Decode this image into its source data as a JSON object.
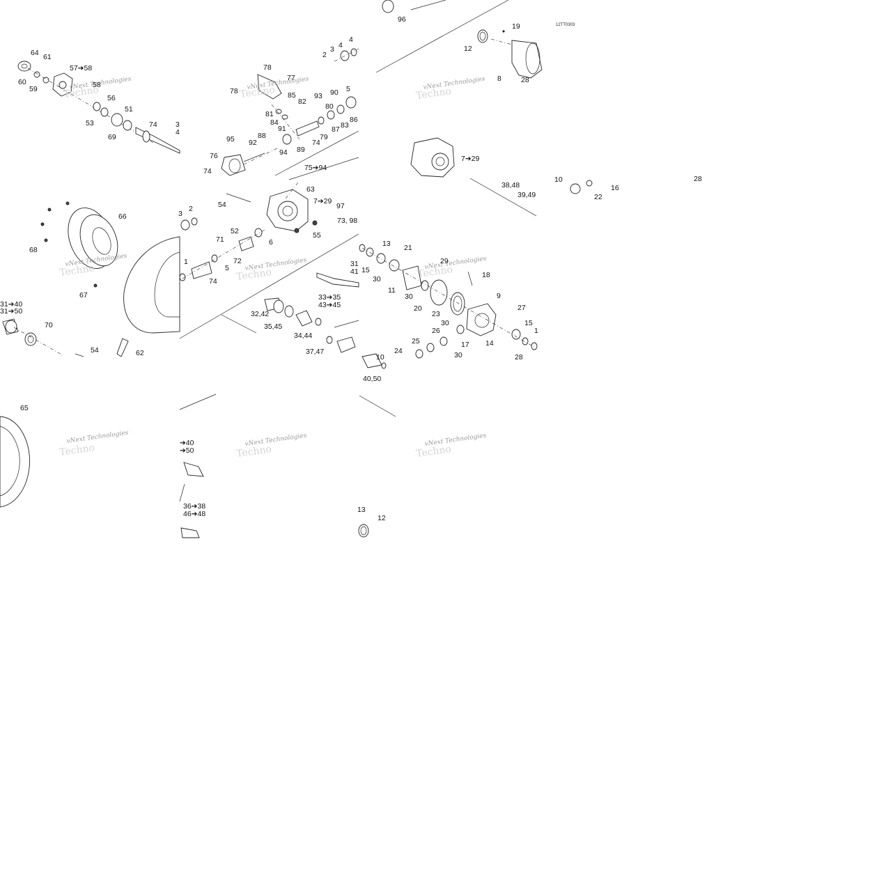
{
  "drawing_code": "12TT0303",
  "watermark": {
    "line1": "vNext Technologies",
    "line2": "Techno"
  },
  "callouts": [
    {
      "id": "c96",
      "text": "96"
    },
    {
      "id": "c19",
      "text": "19"
    },
    {
      "id": "c12a",
      "text": "12"
    },
    {
      "id": "c8",
      "text": "8"
    },
    {
      "id": "c28a",
      "text": "28"
    },
    {
      "id": "c64",
      "text": "64"
    },
    {
      "id": "c61",
      "text": "61"
    },
    {
      "id": "c60",
      "text": "60"
    },
    {
      "id": "c59",
      "text": "59"
    },
    {
      "id": "c5758",
      "text": "57➔58"
    },
    {
      "id": "c58",
      "text": "58"
    },
    {
      "id": "c56",
      "text": "56"
    },
    {
      "id": "c53",
      "text": "53"
    },
    {
      "id": "c51",
      "text": "51"
    },
    {
      "id": "c69",
      "text": "69"
    },
    {
      "id": "c74a",
      "text": "74"
    },
    {
      "id": "c3a",
      "text": "3"
    },
    {
      "id": "c4a",
      "text": "4"
    },
    {
      "id": "c2a",
      "text": "2"
    },
    {
      "id": "c3b",
      "text": "3"
    },
    {
      "id": "c4b",
      "text": "4"
    },
    {
      "id": "c4c",
      "text": "4"
    },
    {
      "id": "c5a",
      "text": "5"
    },
    {
      "id": "c78a",
      "text": "78"
    },
    {
      "id": "c77",
      "text": "77"
    },
    {
      "id": "c78b",
      "text": "78"
    },
    {
      "id": "c85",
      "text": "85"
    },
    {
      "id": "c93",
      "text": "93"
    },
    {
      "id": "c90",
      "text": "90"
    },
    {
      "id": "c82",
      "text": "82"
    },
    {
      "id": "c80",
      "text": "80"
    },
    {
      "id": "c81",
      "text": "81"
    },
    {
      "id": "c86",
      "text": "86"
    },
    {
      "id": "c84",
      "text": "84"
    },
    {
      "id": "c83",
      "text": "83"
    },
    {
      "id": "c91",
      "text": "91"
    },
    {
      "id": "c87",
      "text": "87"
    },
    {
      "id": "c79",
      "text": "79"
    },
    {
      "id": "c88",
      "text": "88"
    },
    {
      "id": "c95",
      "text": "95"
    },
    {
      "id": "c92",
      "text": "92"
    },
    {
      "id": "c89",
      "text": "89"
    },
    {
      "id": "c74b",
      "text": "74"
    },
    {
      "id": "c94",
      "text": "94"
    },
    {
      "id": "c76",
      "text": "76"
    },
    {
      "id": "c7594",
      "text": "75➔94"
    },
    {
      "id": "c74c",
      "text": "74"
    },
    {
      "id": "c729a",
      "text": "7➔29"
    },
    {
      "id": "c3848",
      "text": "38,48"
    },
    {
      "id": "c3949",
      "text": "39,49"
    },
    {
      "id": "c10a",
      "text": "10"
    },
    {
      "id": "c16",
      "text": "16"
    },
    {
      "id": "c22",
      "text": "22"
    },
    {
      "id": "c28b",
      "text": "28"
    },
    {
      "id": "c63",
      "text": "63"
    },
    {
      "id": "c54a",
      "text": "54"
    },
    {
      "id": "c729b",
      "text": "7➔29"
    },
    {
      "id": "c97",
      "text": "97"
    },
    {
      "id": "c7398",
      "text": "73, 98"
    },
    {
      "id": "c66",
      "text": "66"
    },
    {
      "id": "c3c",
      "text": "3"
    },
    {
      "id": "c2b",
      "text": "2"
    },
    {
      "id": "c55",
      "text": "55"
    },
    {
      "id": "c52",
      "text": "52"
    },
    {
      "id": "c6",
      "text": "6"
    },
    {
      "id": "c68",
      "text": "68"
    },
    {
      "id": "c71",
      "text": "71"
    },
    {
      "id": "c72",
      "text": "72"
    },
    {
      "id": "c1",
      "text": "1"
    },
    {
      "id": "c5b",
      "text": "5"
    },
    {
      "id": "c74d",
      "text": "74"
    },
    {
      "id": "c67",
      "text": "67"
    },
    {
      "id": "c13a",
      "text": "13"
    },
    {
      "id": "c21",
      "text": "21"
    },
    {
      "id": "c15a",
      "text": "15"
    },
    {
      "id": "c29",
      "text": "29"
    },
    {
      "id": "c31",
      "text": "31"
    },
    {
      "id": "c41",
      "text": "41"
    },
    {
      "id": "c30a",
      "text": "30"
    },
    {
      "id": "c18",
      "text": "18"
    },
    {
      "id": "c11",
      "text": "11"
    },
    {
      "id": "c30b",
      "text": "30"
    },
    {
      "id": "c3335",
      "text": "33➔35"
    },
    {
      "id": "c4345",
      "text": "43➔45"
    },
    {
      "id": "c20",
      "text": "20"
    },
    {
      "id": "c9",
      "text": "9"
    },
    {
      "id": "c23",
      "text": "23"
    },
    {
      "id": "c27",
      "text": "27"
    },
    {
      "id": "c3242",
      "text": "32,42"
    },
    {
      "id": "c3545",
      "text": "35,45"
    },
    {
      "id": "c30c",
      "text": "30"
    },
    {
      "id": "c26",
      "text": "26"
    },
    {
      "id": "c15b",
      "text": "15"
    },
    {
      "id": "c1b",
      "text": "1"
    },
    {
      "id": "c3444",
      "text": "34,44"
    },
    {
      "id": "c25",
      "text": "25"
    },
    {
      "id": "c17",
      "text": "17"
    },
    {
      "id": "c14",
      "text": "14"
    },
    {
      "id": "c3747",
      "text": "37,47"
    },
    {
      "id": "c24",
      "text": "24"
    },
    {
      "id": "c30d",
      "text": "30"
    },
    {
      "id": "c10b",
      "text": "10"
    },
    {
      "id": "c28c",
      "text": "28"
    },
    {
      "id": "c4050a",
      "text": "40,50"
    },
    {
      "id": "c3140a",
      "text": "31➔40"
    },
    {
      "id": "c3150a",
      "text": "31➔50"
    },
    {
      "id": "c70",
      "text": "70"
    },
    {
      "id": "c54b",
      "text": "54"
    },
    {
      "id": "c62",
      "text": "62"
    },
    {
      "id": "c65",
      "text": "65"
    },
    {
      "id": "c40b",
      "text": "➔40"
    },
    {
      "id": "c50b",
      "text": "➔50"
    },
    {
      "id": "c3638",
      "text": "36➔38"
    },
    {
      "id": "c4648",
      "text": "46➔48"
    },
    {
      "id": "c13b",
      "text": "13"
    },
    {
      "id": "c12b",
      "text": "12"
    }
  ]
}
